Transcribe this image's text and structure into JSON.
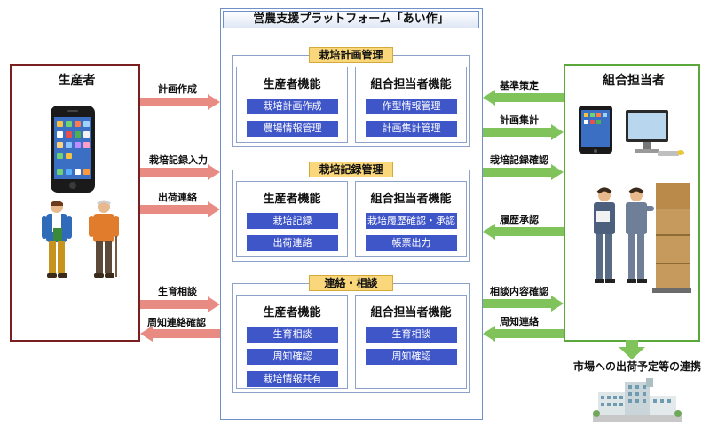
{
  "platform_title": "営農支援プラットフォーム「あい作」",
  "producer": {
    "title": "生産者"
  },
  "coop": {
    "title": "組合担当者"
  },
  "sections": [
    {
      "header": "栽培計画管理",
      "producer_title": "生産者機能",
      "producer_funcs": [
        "栽培計画作成",
        "農場情報管理"
      ],
      "coop_title": "組合担当者機能",
      "coop_funcs": [
        "作型情報管理",
        "計画集計管理"
      ]
    },
    {
      "header": "栽培記録管理",
      "producer_title": "生産者機能",
      "producer_funcs": [
        "栽培記録",
        "出荷連絡"
      ],
      "coop_title": "組合担当者機能",
      "coop_funcs": [
        "栽培履歴確認・承認",
        "帳票出力"
      ]
    },
    {
      "header": "連絡・相談",
      "producer_title": "生産者機能",
      "producer_funcs": [
        "生育相談",
        "周知確認",
        "栽培情報共有"
      ],
      "coop_title": "組合担当者機能",
      "coop_funcs": [
        "生育相談",
        "周知確認"
      ]
    }
  ],
  "left_arrows": [
    "計画作成",
    "栽培記録入力",
    "出荷連絡",
    "生育相談",
    "周知連絡確認"
  ],
  "right_arrows": [
    "基準策定",
    "計画集計",
    "栽培記録確認",
    "履歴承認",
    "相談内容確認",
    "周知連絡"
  ],
  "market_label": "市場への出荷予定等の連携",
  "colors": {
    "producer_border": "#7a1f1f",
    "coop_border": "#5aa83c",
    "left_arrow": "#e88b82",
    "right_arrow": "#7fc35a",
    "func_box": "#3f56c9",
    "section_header": "#f9d77a"
  },
  "icons": [
    "smartphone-icon",
    "farmer-young-icon",
    "farmer-elder-icon",
    "tablet-icon",
    "desktop-icon",
    "coop-staff-icon",
    "down-arrow-icon",
    "market-building-icon"
  ]
}
